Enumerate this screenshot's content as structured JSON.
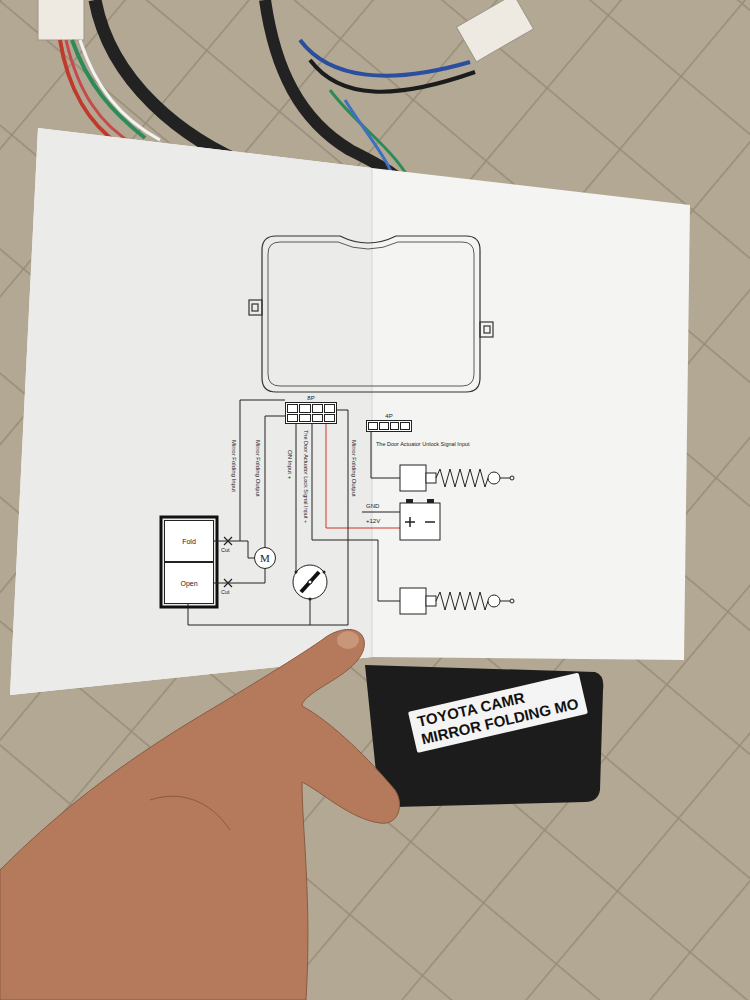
{
  "diagram": {
    "nodes": [
      {
        "text": [
          "8P"
        ]
      },
      {
        "text": [
          "4P"
        ]
      },
      {
        "text": [
          "M"
        ]
      },
      {
        "text": [
          "Fold"
        ]
      },
      {
        "text": [
          "Open"
        ]
      },
      {
        "text": [
          "TOYOTA CAMR",
          "MIRROR FOLDING MO"
        ]
      }
    ],
    "edges": [
      {
        "from": 0,
        "to": 2,
        "arrow": "none"
      },
      {
        "from": 3,
        "to": 2,
        "arrow": "none"
      },
      {
        "from": 4,
        "to": 2,
        "arrow": "none"
      }
    ],
    "labels": [
      "Mirror Folding Input",
      "Mirror Folding Output",
      "ON Input +",
      "The Door Actuator Lock Signal Input +",
      "Mirror Folding Output",
      "The Door Actuator Unlock Signal Input",
      "GND",
      "+12V",
      "Cut",
      "Cut"
    ]
  }
}
